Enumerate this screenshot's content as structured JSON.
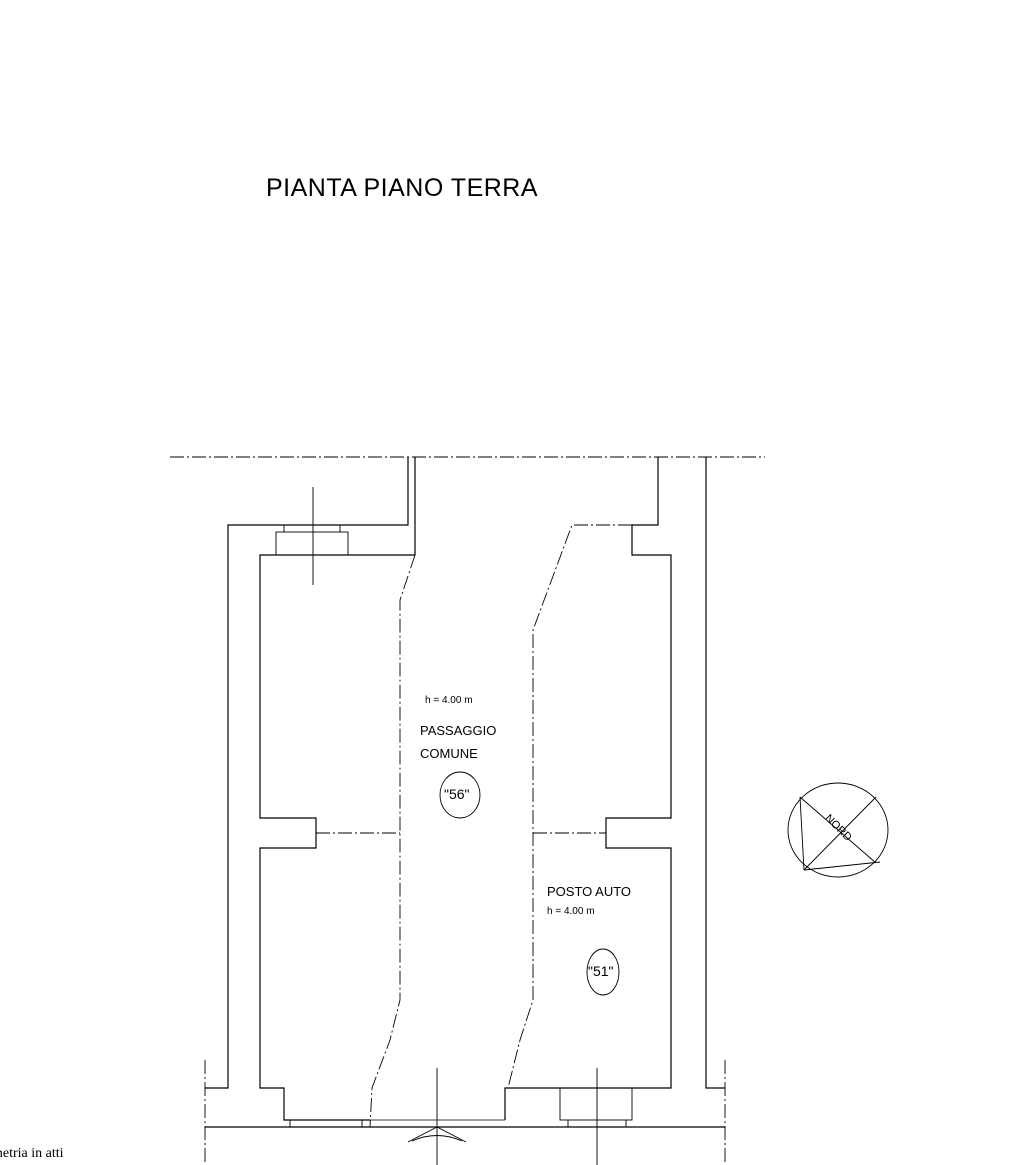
{
  "title": "PIANTA PIANO TERRA",
  "rooms": [
    {
      "name_line1": "PASSAGGIO",
      "name_line2": "COMUNE",
      "height": "h = 4.00 m",
      "tag": "\"56\""
    },
    {
      "name_line1": "POSTO AUTO",
      "height": "h = 4.00 m",
      "tag": "\"51\""
    }
  ],
  "compass": {
    "label": "NORD"
  },
  "footer_note": "metria in atti"
}
